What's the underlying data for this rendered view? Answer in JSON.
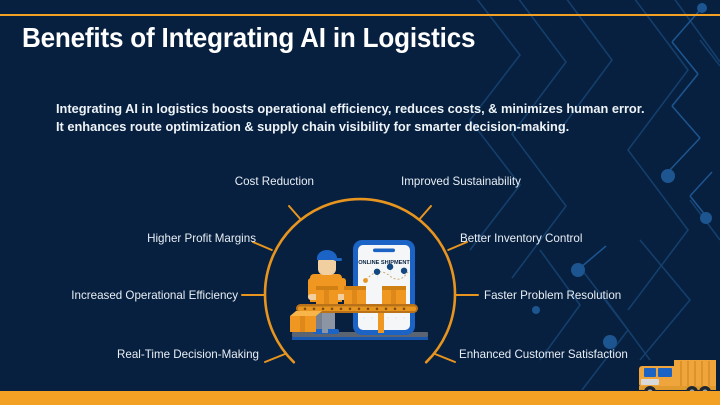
{
  "slide": {
    "title": "Benefits of Integrating AI in Logistics",
    "intro": "Integrating AI in logistics boosts operational efficiency, reduces costs, & minimizes human error. It enhances route optimization & supply chain visibility for smarter decision-making."
  },
  "colors": {
    "background": "#07203f",
    "accent_orange": "#f2a124",
    "text_white": "#ffffff",
    "text_body": "#e8eef5",
    "deco_blue": "#15406e",
    "illus_blue": "#1b63c4"
  },
  "benefits": {
    "left": [
      {
        "label": "Cost Reduction"
      },
      {
        "label": "Higher Profit Margins"
      },
      {
        "label": "Increased Operational Efficiency"
      },
      {
        "label": "Real-Time Decision-Making"
      }
    ],
    "right": [
      {
        "label": "Improved Sustainability"
      },
      {
        "label": "Better Inventory Control"
      },
      {
        "label": "Faster Problem Resolution"
      },
      {
        "label": "Enhanced Customer Satisfaction"
      }
    ]
  },
  "illustration": {
    "phone_screen_heading": "ONLINE SHIPMENT"
  }
}
